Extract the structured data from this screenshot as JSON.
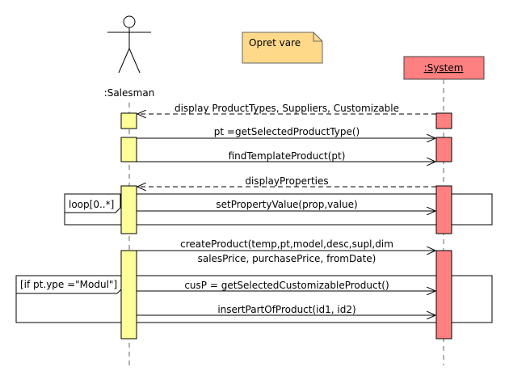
{
  "diagram": {
    "note": "Opret vare",
    "actor_label": ":Salesman",
    "system_label": ":System",
    "messages": {
      "m1": "display ProductTypes, Suppliers, Customizable",
      "m2": "pt =getSelectedProductType()",
      "m3": "findTemplateProduct(pt)",
      "m4": "displayProperties",
      "m5": "setPropertyValue(prop,value)",
      "m6_line1": "createProduct(temp,pt,model,desc,supl,dim",
      "m6_line2": "salesPrice, purchasePrice, fromDate)",
      "m7": "cusP = getSelectedCustomizableProduct()",
      "m8": "insertPartOfProduct(id1, id2)"
    },
    "fragments": {
      "loop": "loop[0..*]",
      "opt": "[if pt.ype =\"Modul\"]"
    }
  },
  "colors": {
    "note_fill": "#ffd98a",
    "system_fill": "#ff8080",
    "activation_actor": "#ffff99",
    "activation_system": "#ff8080"
  }
}
